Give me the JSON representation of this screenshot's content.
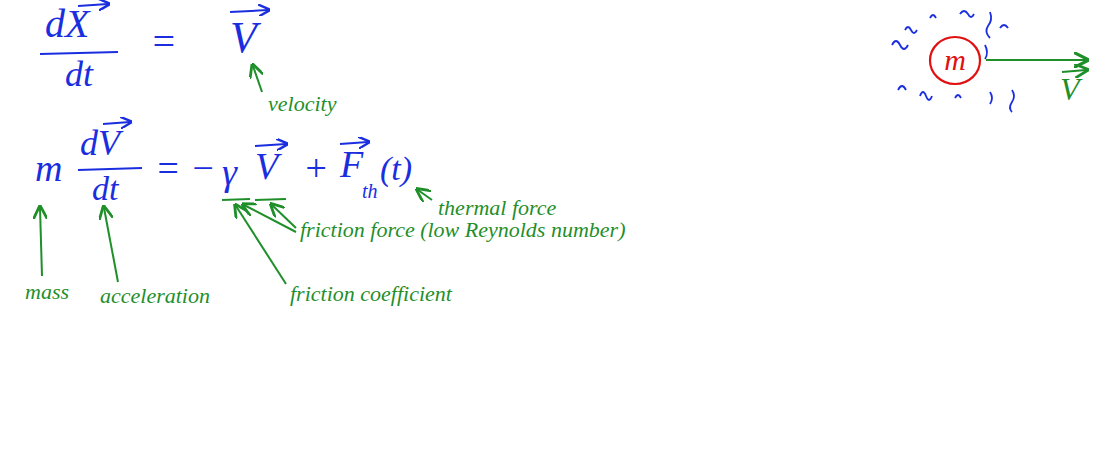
{
  "diagram": {
    "nodes": [
      {
        "text": [
          "m"
        ]
      }
    ],
    "labels": [
      "dX",
      "dt",
      "=",
      "V",
      "velocity",
      "m",
      "dV",
      "dt",
      "=",
      "−",
      "γ",
      "V",
      "+",
      "F",
      "th",
      "(t)",
      "thermal force",
      "mass",
      "acceleration",
      "friction force (low Reynolds number)",
      "friction coefficient",
      "V"
    ]
  }
}
